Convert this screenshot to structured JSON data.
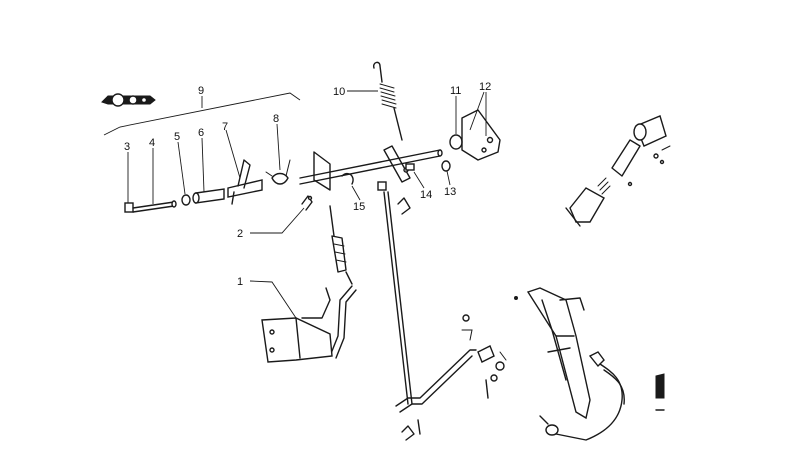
{
  "callouts": [
    {
      "id": "c1",
      "label": "1"
    },
    {
      "id": "c2",
      "label": "2"
    },
    {
      "id": "c3",
      "label": "3"
    },
    {
      "id": "c4",
      "label": "4"
    },
    {
      "id": "c5",
      "label": "5"
    },
    {
      "id": "c6",
      "label": "6"
    },
    {
      "id": "c7",
      "label": "7"
    },
    {
      "id": "c8",
      "label": "8"
    },
    {
      "id": "c9",
      "label": "9"
    },
    {
      "id": "c10",
      "label": "10"
    },
    {
      "id": "c11",
      "label": "11"
    },
    {
      "id": "c12",
      "label": "12"
    },
    {
      "id": "c13",
      "label": "13"
    },
    {
      "id": "c14",
      "label": "14"
    },
    {
      "id": "c15",
      "label": "15"
    }
  ],
  "colors": {
    "ink": "#1a1a1a",
    "background": "#ffffff"
  }
}
